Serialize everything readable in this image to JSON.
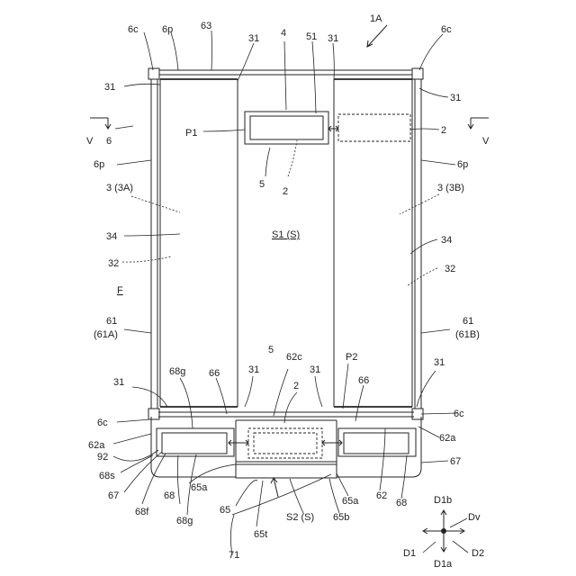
{
  "labels": {
    "1A": "1A",
    "4": "4",
    "51": "51",
    "63": "63",
    "6c": "6c",
    "6p": "6p",
    "6": "6",
    "31": "31",
    "V": "V",
    "P1": "P1",
    "P2": "P2",
    "2": "2",
    "5": "5",
    "3A": "3 (3A)",
    "3B": "3 (3B)",
    "34": "34",
    "32": "32",
    "S1": "S1 (S)",
    "F": "F",
    "61": "61",
    "61A": "(61A)",
    "61B": "(61B)",
    "62c": "62c",
    "66": "66",
    "68g": "68g",
    "62a": "62a",
    "92": "92",
    "68s": "68s",
    "67": "67",
    "68": "68",
    "65a": "65a",
    "68f": "68f",
    "62": "62",
    "65": "65",
    "65t": "65t",
    "S2": "S2 (S)",
    "65b": "65b",
    "71": "71",
    "D1b": "D1b",
    "Dv": "Dv",
    "D1": "D1",
    "D2": "D2",
    "D1a": "D1a"
  }
}
